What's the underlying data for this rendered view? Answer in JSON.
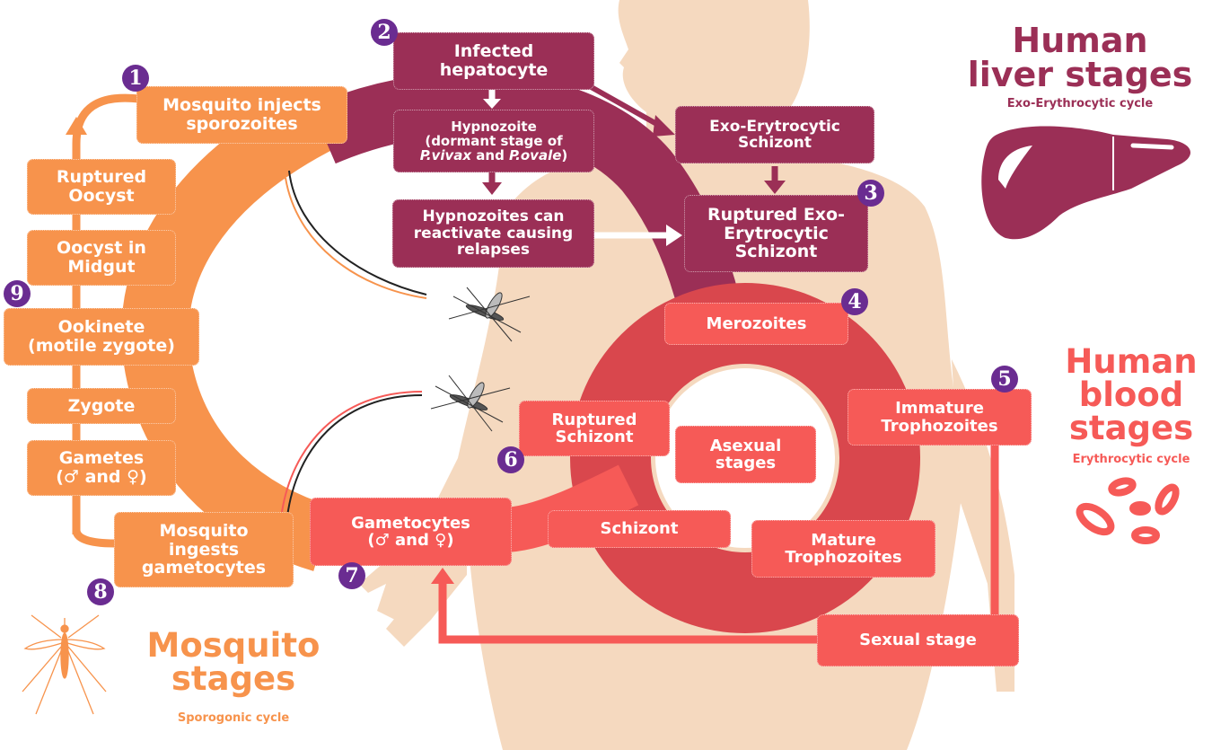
{
  "colors": {
    "mosquito_orange": "#f7934c",
    "liver_plum": "#9b2f56",
    "blood_red": "#f65a57",
    "badge_purple": "#6a2c91",
    "body_skin": "#f5d9bf"
  },
  "sections": {
    "liver": {
      "title": "Human\nliver stages",
      "subtitle": "Exo-Erythrocytic cycle",
      "icon": "liver-icon"
    },
    "blood": {
      "title": "Human\nblood\nstages",
      "subtitle": "Erythrocytic cycle",
      "icon": "red-blood-cells-icon"
    },
    "mosquito": {
      "title": "Mosquito\nstages",
      "subtitle": "Sporogonic cycle",
      "icon": "mosquito-icon"
    }
  },
  "badges": [
    "1",
    "2",
    "3",
    "4",
    "5",
    "6",
    "7",
    "8",
    "9"
  ],
  "mosquito_stages": [
    {
      "label": "Mosquito injects\nsporozoites"
    },
    {
      "label": "Ruptured\nOocyst"
    },
    {
      "label": "Oocyst in\nMidgut"
    },
    {
      "label": "Ookinete\n(motile zygote)"
    },
    {
      "label": "Zygote"
    },
    {
      "label": "Gametes\n(♂ and ♀)"
    },
    {
      "label": "Mosquito\ningests\ngametocytes"
    }
  ],
  "liver_stages": [
    {
      "label": "Infected\nhepatocyte"
    },
    {
      "label_line1": "Hypnozoite",
      "label_line2": "(dormant stage  of",
      "species1": "P.vivax",
      "and": " and ",
      "species2": "P.ovale",
      "close": ")"
    },
    {
      "label": "Hypnozoites can\nreactivate causing\nrelapses"
    },
    {
      "label": "Exo-Erytrocytic\nSchizont"
    },
    {
      "label": "Ruptured Exo-\nErytrocytic\nSchizont"
    }
  ],
  "blood_stages": [
    {
      "label": "Merozoites"
    },
    {
      "label": "Immature\nTrophozoites"
    },
    {
      "label": "Mature\nTrophozoites"
    },
    {
      "label": "Schizont"
    },
    {
      "label": "Ruptured\nSchizont"
    },
    {
      "label": "Asexual\nstages"
    },
    {
      "label": "Gametocytes\n(♂ and ♀)"
    },
    {
      "label": "Sexual stage"
    }
  ]
}
